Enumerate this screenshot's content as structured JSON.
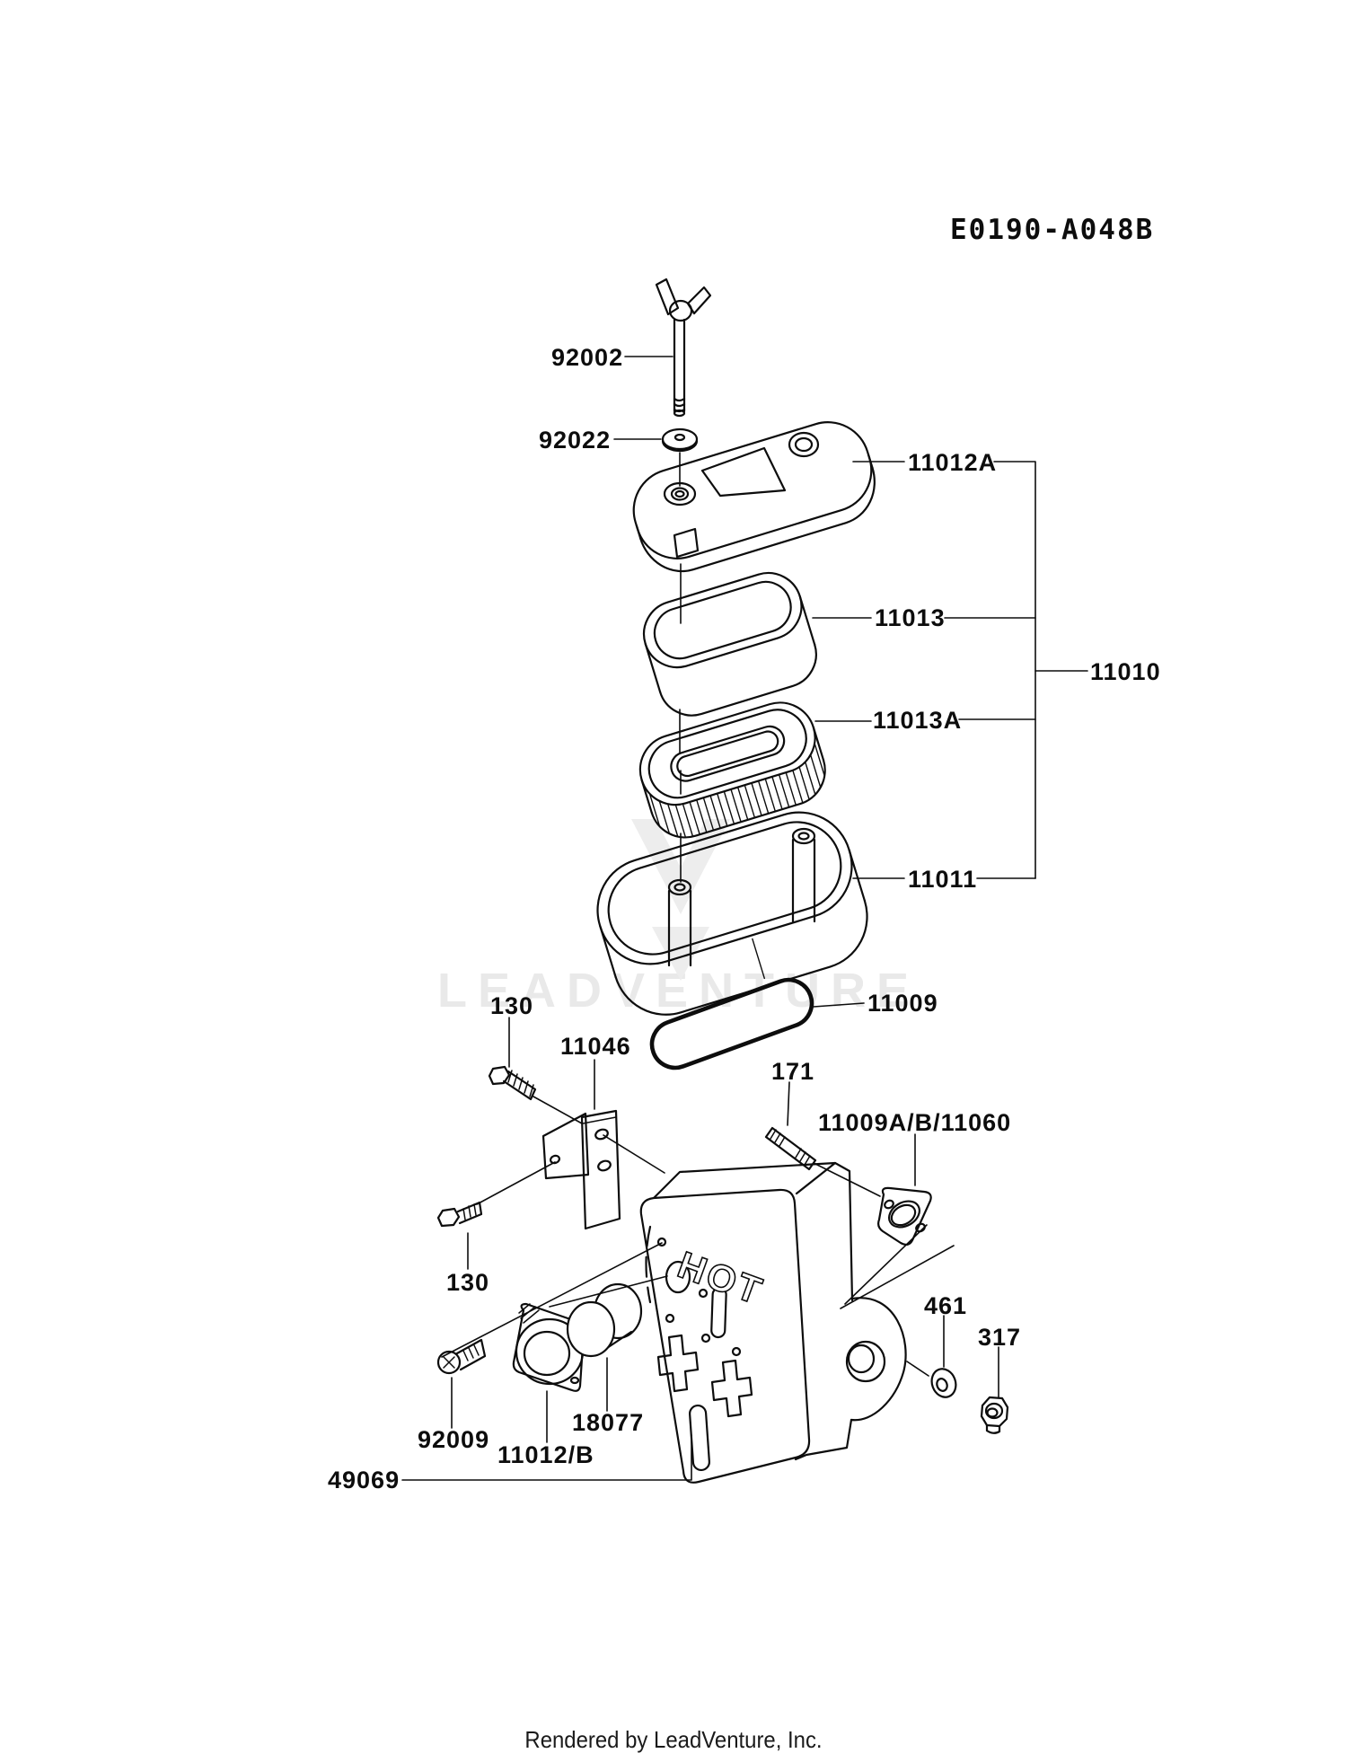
{
  "header": {
    "diagram_code": "E0190-A048B"
  },
  "watermark": {
    "text": "LEADVENTURE"
  },
  "muffler": {
    "embossed_marking": "HOT"
  },
  "footer": {
    "credit": "Rendered by LeadVenture, Inc."
  },
  "part_labels": {
    "dipstick_screw": "92002",
    "washer_small": "92022",
    "air_filter_cover": "11012A",
    "element_foam": "11013",
    "air_filter_assembly": "11010",
    "element_paper": "11013A",
    "air_filter_body": "11011",
    "gasket_base": "11009",
    "bolt_top": "130",
    "bracket": "11046",
    "stud": "171",
    "gasket_exhaust": "11009A/B/11060",
    "bolt_bottom": "130",
    "washer_muffler": "461",
    "nut": "317",
    "screw": "92009",
    "spacer": "18077",
    "holder": "11012/B",
    "muffler_assembly": "49069"
  }
}
